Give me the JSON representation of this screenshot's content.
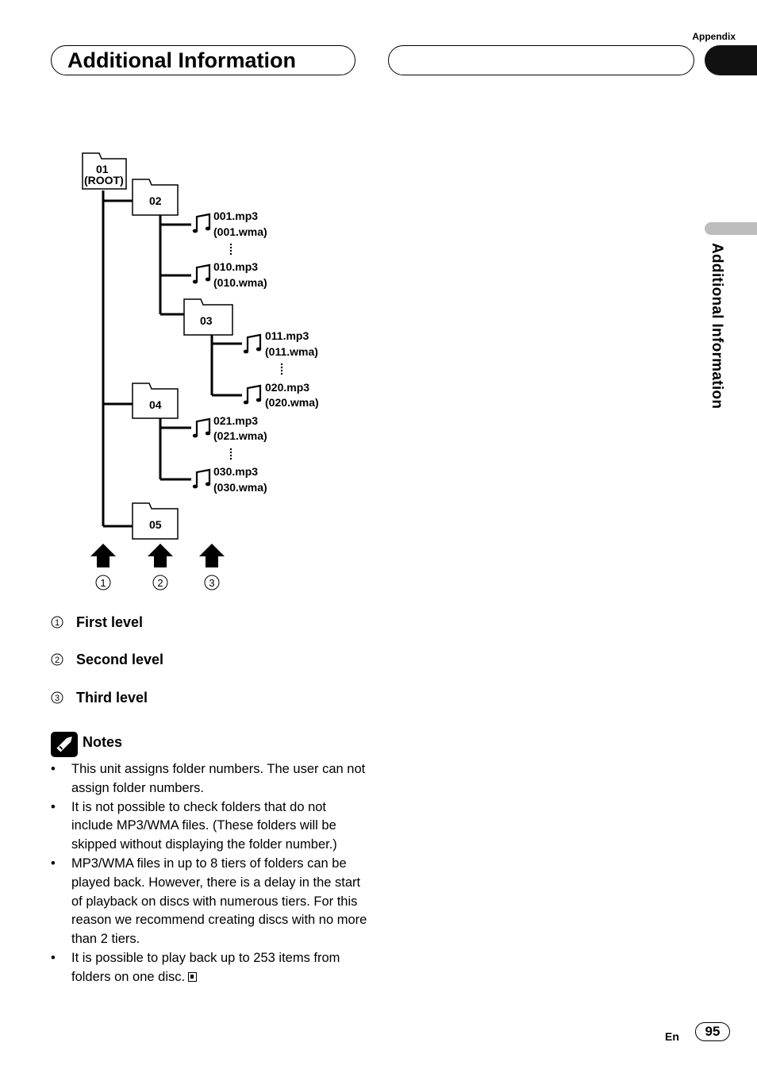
{
  "header": {
    "section_label": "Appendix",
    "title": "Additional Information"
  },
  "side_tab": {
    "label": "Additional Information"
  },
  "diagram": {
    "folders": [
      {
        "id": "root",
        "label_1": "01",
        "label_2": "(ROOT)"
      },
      {
        "id": "02",
        "label_1": "02"
      },
      {
        "id": "03",
        "label_1": "03"
      },
      {
        "id": "04",
        "label_1": "04"
      },
      {
        "id": "05",
        "label_1": "05"
      }
    ],
    "files": [
      {
        "name": "001.mp3",
        "alt": "(001.wma)"
      },
      {
        "name": "010.mp3",
        "alt": "(010.wma)"
      },
      {
        "name": "011.mp3",
        "alt": "(011.wma)"
      },
      {
        "name": "020.mp3",
        "alt": "(020.wma)"
      },
      {
        "name": "021.mp3",
        "alt": "(021.wma)"
      },
      {
        "name": "030.mp3",
        "alt": "(030.wma)"
      }
    ],
    "markers": [
      "1",
      "2",
      "3"
    ]
  },
  "legend": [
    {
      "marker": "1",
      "label": "First level"
    },
    {
      "marker": "2",
      "label": "Second level"
    },
    {
      "marker": "3",
      "label": "Third level"
    }
  ],
  "notes": {
    "title": "Notes",
    "items": [
      "This unit assigns folder numbers. The user can not assign folder numbers.",
      "It is not possible to check folders that do not include MP3/WMA files. (These folders will be skipped without displaying the folder number.)",
      "MP3/WMA files in up to 8 tiers of folders can be played back. However, there is a delay in the start of playback on discs with numerous tiers. For this reason we recommend creating discs with no more than 2 tiers.",
      "It is possible to play back up to 253 items from folders on one disc."
    ]
  },
  "footer": {
    "lang": "En",
    "page": "95"
  }
}
